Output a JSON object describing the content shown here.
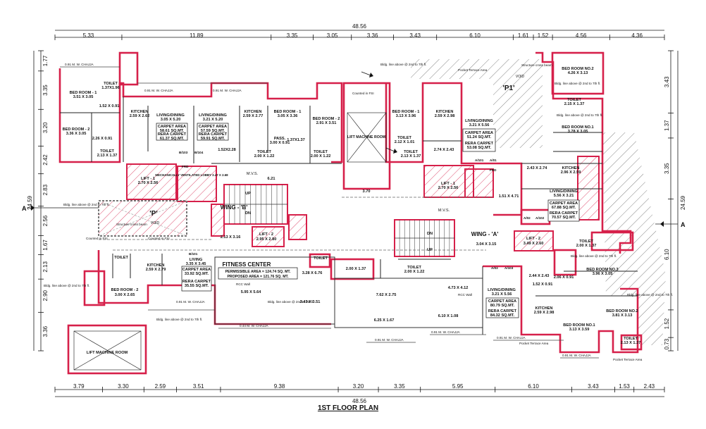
{
  "title": "1ST FLOOR PLAN",
  "top_overall": "48.56",
  "bottom_overall": "48.56",
  "left_overall": "24.59",
  "right_overall": "24.59",
  "top_dims": [
    "5.33",
    "11.89",
    "3.35",
    "3.05",
    "3.36",
    "3.43",
    "6.10",
    "1.61",
    "1.52",
    "4.56",
    "4.36"
  ],
  "bottom_dims": [
    "3.79",
    "3.30",
    "2.59",
    "3.51",
    "9.38",
    "3.20",
    "3.35",
    "5.95",
    "6.10",
    "3.43",
    "1.53",
    "2.43"
  ],
  "left_dims": [
    "1.77",
    "3.35",
    "3.20",
    "2.42",
    "2.83",
    "2.56",
    "1.67",
    "2.13",
    "2.90",
    "3.36"
  ],
  "right_dims": [
    "3.43",
    "1.37",
    "3.35",
    "6.10",
    "1.52",
    "0.73"
  ],
  "section_marks": [
    "A",
    "A"
  ],
  "labels": {
    "wing_a": "WING - 'A'",
    "wing_b": "WING - 'B'",
    "void_p": "'P'",
    "void_p1": "'P1'",
    "void": "VOID",
    "fitness": "FITNESS CENTER",
    "fit_area1": "PERMISSIBLE AREA = 124.74 SQ. MT.",
    "fit_area2": "PROPOSED AREA = 121.76 SQ. MT.",
    "lmr1": "LIFT MACHINE ROOM",
    "lmr2": "LIFT MACHINE ROOM",
    "mvs1": "M.V.S.",
    "mvs2": "M.V.S.",
    "mech": "MECHANICALLY VENTILATED LOBBY 3.47 X 2.68",
    "counted1": "Counted in FSI",
    "counted2": "Counted in FSI",
    "pocket1": "Pocket Terrace Area",
    "pocket2": "Pocket Terrace Area",
    "pocket3": "Pocket Terrace Area",
    "bldg": "Bldg. line above @ 2nd to 7th fl.",
    "chajja": "0.91 M. W. CHAJJA",
    "chajja2": "0.44 M. W. CHAJJA",
    "struct": "Structure cross beam",
    "rcc": "RCC Wall"
  },
  "rooms": {
    "bed1": "BED ROOM - 1",
    "bed1d": "3.51 X 3.05",
    "bed2": "BED ROOM - 2",
    "bed2d": "3.36 X 3.05",
    "kit1": "KITCHEN",
    "kit1d": "2.59 X 2.62",
    "liv1": "LIVING/DINING",
    "liv1d": "3.05 X 5.20",
    "ca1": "CARPET AREA",
    "ca1v": "58.61 SQ.MT.",
    "rc1": "RERA CARPET",
    "rc1v": "61.37 SQ.MT.",
    "liv2": "LIVING/DINING",
    "liv2d": "3.21 X 5.20",
    "ca2": "CARPET AREA",
    "ca2v": "57.59 SQ.MT.",
    "rc2": "RERA CARPET",
    "rc2v": "59.91 SQ.MT.",
    "kit2": "KITCHEN",
    "kit2d": "2.59 X 2.77",
    "bed3": "BED ROOM - 1",
    "bed3d": "3.05 X 3.36",
    "bed4": "BED ROOM - 2",
    "bed4d": "2.91 X 3.51",
    "bed5": "BED ROOM - 1",
    "bed5d": "3.13 X 3.96",
    "kit3": "KITCHEN",
    "kit3d": "2.59 X 2.98",
    "liv3": "LIVING/DINING",
    "liv3d": "3.21 X 5.56",
    "ca3": "CARPET AREA",
    "ca3v": "51.24 SQ.MT.",
    "rc3": "RERA CARPET",
    "rc3v": "53.08 SQ.MT.",
    "bed6": "BED ROOM NO.2",
    "bed6d": "4.26 X 3.13",
    "bed7": "BED ROOM NO.1",
    "bed7d": "3.78 X 3.05",
    "kit4": "KITCHEN",
    "kit4d": "2.96 X 2.59",
    "liv4": "LIVING/DINING",
    "liv4d": "5.56 X 3.21",
    "ca4": "CARPET AREA",
    "ca4v": "67.88 SQ.MT.",
    "rc4": "RERA CARPET",
    "rc4v": "70.57 SQ.MT.",
    "lift1": "LIFT - 1",
    "lift1d": "2.70 X 2.56",
    "lift2": "LIFT - 2",
    "lift2d": "2.95 X 2.80",
    "lift3": "LIFT - 1",
    "lift3d": "2.70 X 2.56",
    "lift4": "LIFT - 2",
    "lift4d": "3.49 X 2.60",
    "bed8": "BED ROOM NO.3",
    "bed8d": "3.96 X 3.05",
    "bed9": "BED ROOM NO.2",
    "bed9d": "3.81 X 3.13",
    "bed10": "BED ROOM NO.1",
    "bed10d": "3.13 X 3.59",
    "liv5": "LIVING/DINING",
    "liv5d": "3.21 X 5.56",
    "ca5": "CARPET AREA",
    "ca5v": "80.79 SQ.MT.",
    "rc5": "RERA CARPET",
    "rc5v": "84.32 SQ.MT.",
    "kit5": "KITCHEN",
    "kit5d": "2.59 X 2.98",
    "kit6": "KITCHEN",
    "kit6d": "2.59 X 2.79",
    "liv6": "LIVING",
    "liv6d": "3.35 X 3.45",
    "ca6": "CARPET AREA",
    "ca6v": "33.92 SQ.MT.",
    "rc6": "RERA CARPET",
    "rc6v": "35.55 SQ.MT.",
    "bed11": "BED ROOM - 2",
    "bed11d": "3.00 X 2.65",
    "toilet": "TOILET",
    "t1": "1.37X1.96",
    "t2": "2.13 X 1.37",
    "t3": "2.00 X 1.22",
    "t4": "2.12 X 1.01",
    "t5": "2.15 X 1.37",
    "t6": "2.00 X 1.37",
    "t7": "2.06 X 0.91",
    "t8": "2.13 X 1.37",
    "pass": "PASS.",
    "passd": "3.00 X 0.91",
    "up": "UP",
    "dn": "DN",
    "d1": "5.95 X 5.64",
    "d2": "3.43 X 3.51",
    "d3": "7.62 X 2.75",
    "d4": "4.73 X 4.12",
    "d5": "6.25 X 1.67",
    "d6": "6.10 X 1.08",
    "d7": "3.28 X 6.76",
    "d8": "6.21",
    "d9": "3.70",
    "d10": "2.13 X 3.16",
    "d11": "3.04 X 3.15",
    "d12": "1.51 X 4.71",
    "d13": "2.43 X 2.74",
    "d14": "2.44 X 2.43",
    "d15": "1.52 X 0.91",
    "d16": "2.74 X 2.43",
    "d17": "1.52X2.28",
    "d18": "1.37X1.37",
    "d19": "2.26 X 0.91",
    "d20": "1.52 X 0.91"
  },
  "tags": [
    "B/103",
    "B/104",
    "A/101",
    "A/01",
    "A/102",
    "A/02",
    "B/101",
    "A/103",
    "A/03",
    "FRD",
    "FRD"
  ]
}
